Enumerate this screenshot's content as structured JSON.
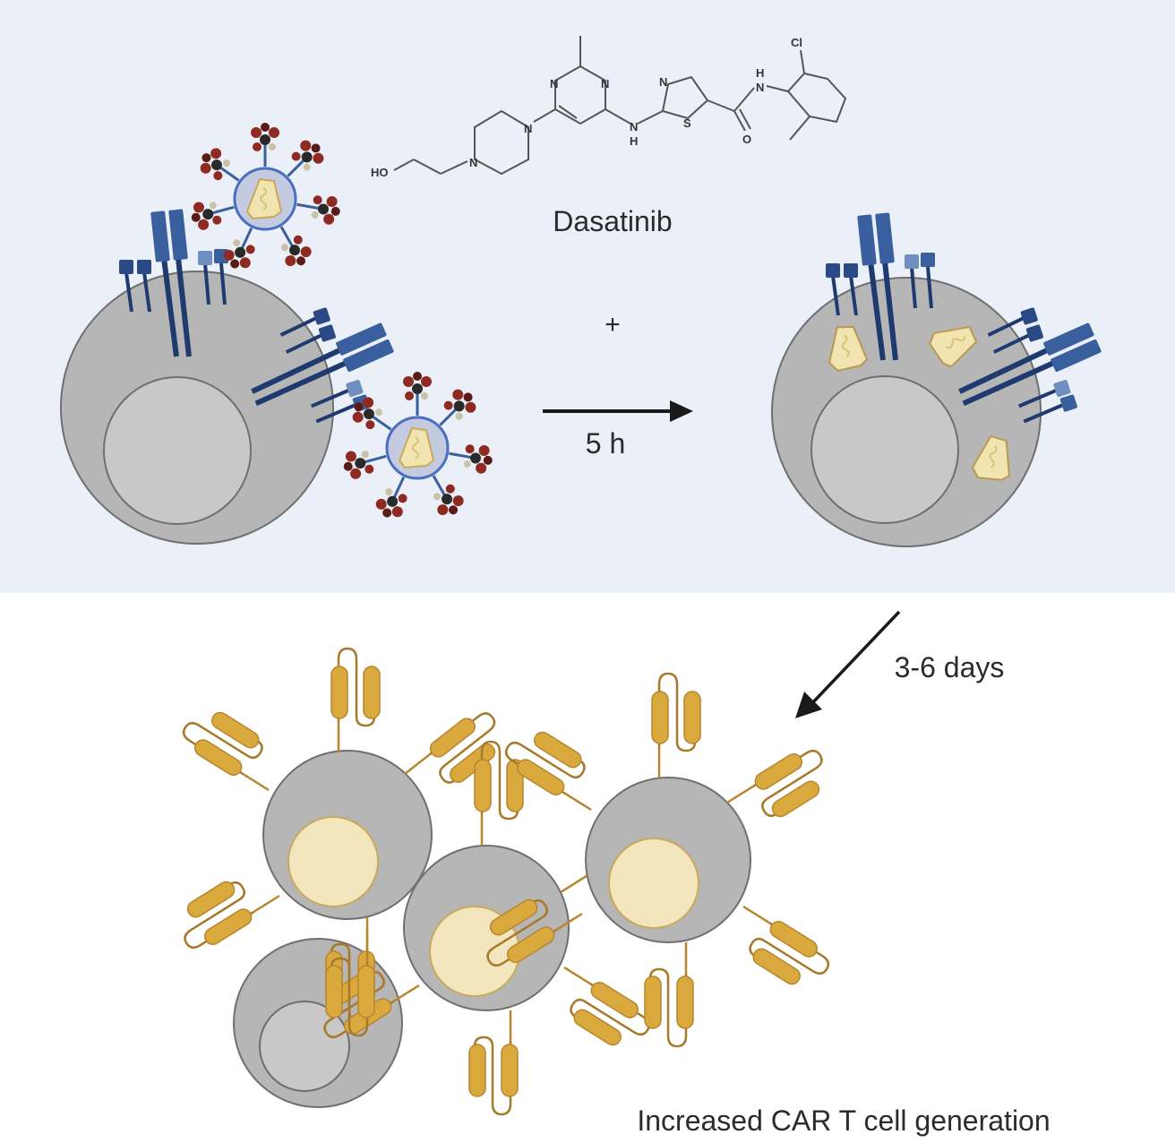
{
  "figure": {
    "drug": {
      "name": "Dasatinib",
      "structure_atoms": [
        "HO",
        "N",
        "N",
        "N",
        "N",
        "N",
        "H",
        "N",
        "S",
        "O",
        "N",
        "H",
        "Cl"
      ]
    },
    "plus_sign": "+",
    "step1": {
      "duration_label": "5 h"
    },
    "step2": {
      "duration_label": "3-6 days"
    },
    "outcome_caption": "Increased CAR T cell generation",
    "colors": {
      "top_panel_bg": "#ebeff8",
      "bottom_panel_bg": "#ffffff",
      "cell_fill": "#b6b6b6",
      "cell_stroke": "#6f6f6f",
      "nucleus_fill": "#c8c8c8",
      "car_nucleus_fill": "#f3e6bf",
      "receptor_dark": "#1f3a6e",
      "receptor_mid": "#3a5f9e",
      "receptor_light": "#6f8fc0",
      "car_gold": "#d9a93e",
      "car_gold_stroke": "#a7792a",
      "virus_cargo": "#f1e4b0",
      "virus_spike_red": "#8e2a22",
      "arrow": "#1a1a1a"
    }
  }
}
